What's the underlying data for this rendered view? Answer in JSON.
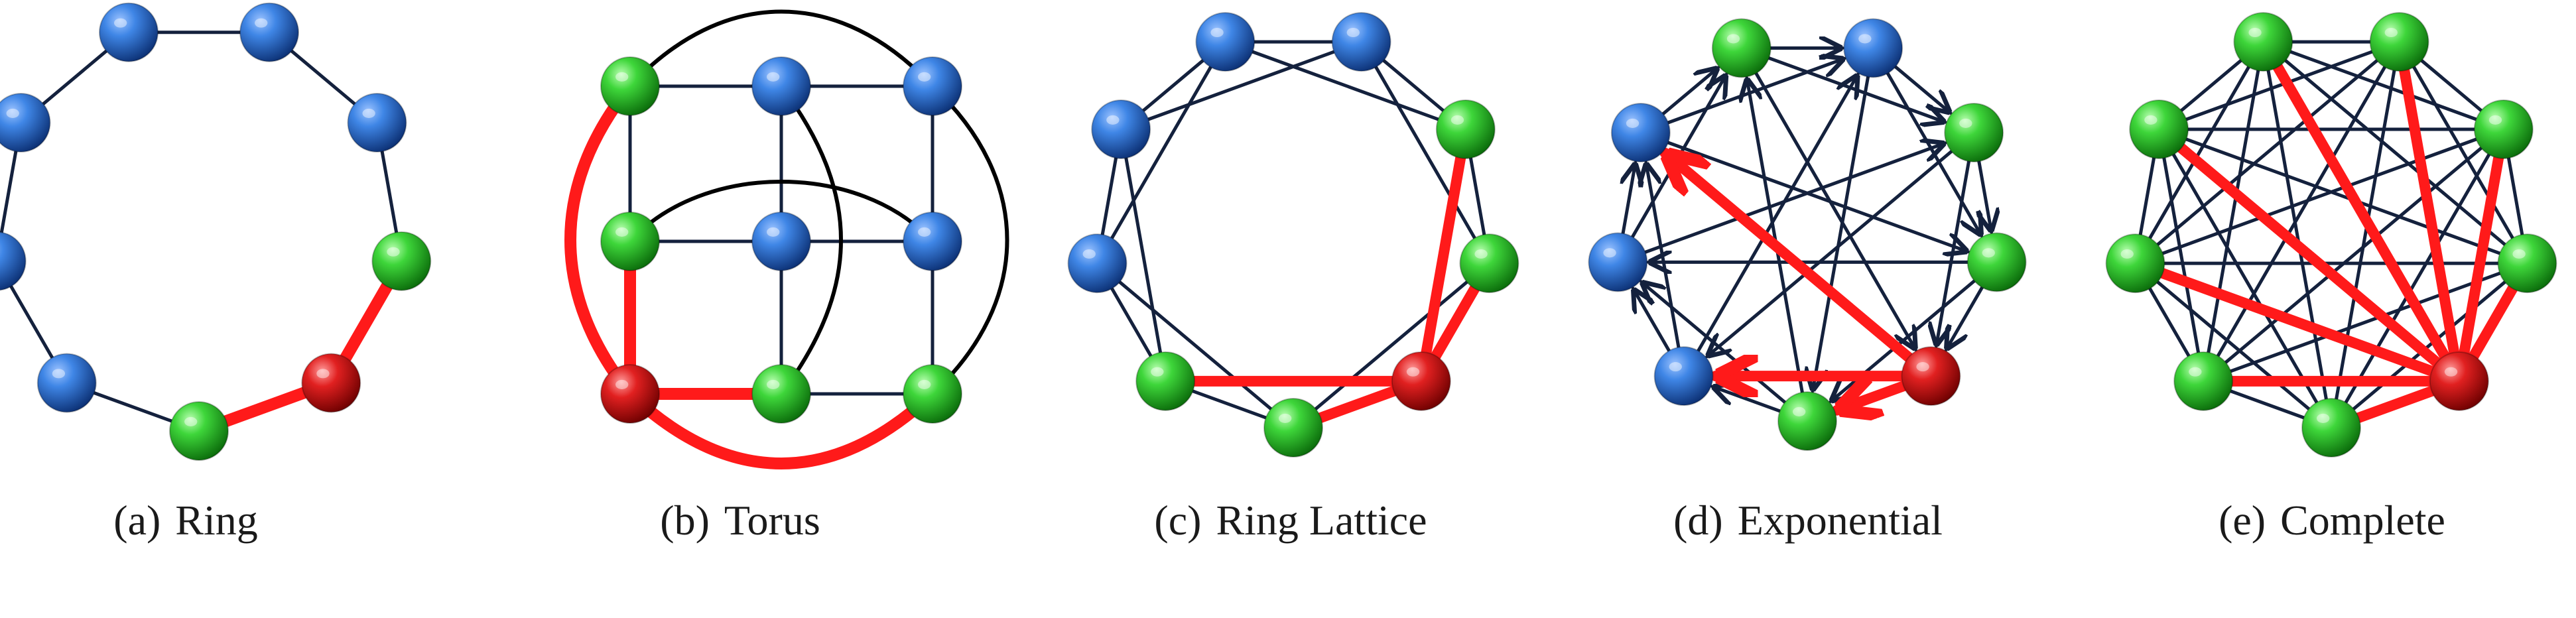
{
  "figure": {
    "panels": [
      {
        "id": "ring",
        "caption_label": "(a)",
        "caption_title": "Ring",
        "directed": false,
        "highlight_node": 6,
        "nodes": [
          {
            "state": "other"
          },
          {
            "state": "other"
          },
          {
            "state": "other"
          },
          {
            "state": "neighbor"
          },
          {
            "state": "self"
          },
          {
            "state": "neighbor"
          },
          {
            "state": "other"
          },
          {
            "state": "other"
          },
          {
            "state": "other"
          }
        ]
      },
      {
        "id": "torus",
        "caption_label": "(b)",
        "caption_title": "Torus",
        "directed": false
      },
      {
        "id": "ring-lattice",
        "caption_label": "(c)",
        "caption_title": "Ring Lattice",
        "directed": false
      },
      {
        "id": "exponential",
        "caption_label": "(d)",
        "caption_title": "Exponential",
        "directed": true
      },
      {
        "id": "complete",
        "caption_label": "(e)",
        "caption_title": "Complete",
        "directed": false
      }
    ],
    "colors": {
      "self": "#c40f0f",
      "neighbor": "#16b516",
      "other": "#1f63c2",
      "edge": "#14213d",
      "highlight_edge": "#ff1a1a",
      "torus_wrap_edge": "#000000"
    }
  }
}
